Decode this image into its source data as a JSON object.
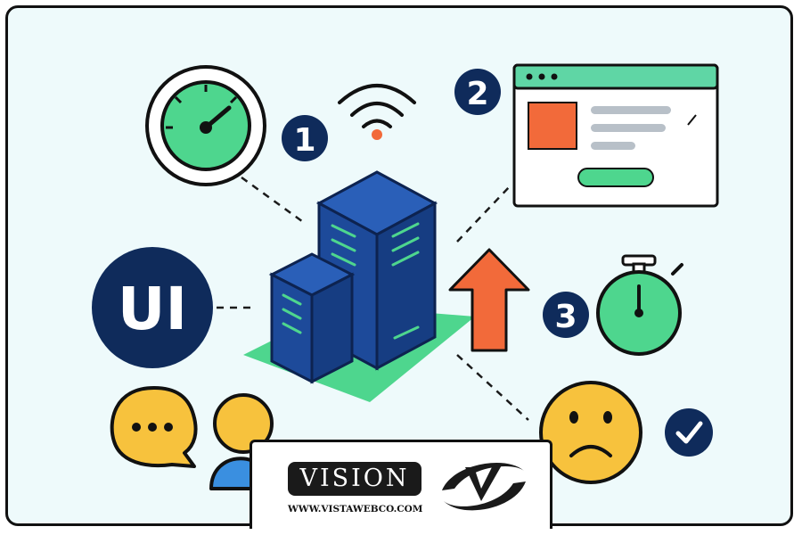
{
  "badges": {
    "one": "1",
    "two": "2",
    "three": "3",
    "ui": "UI"
  },
  "logo": {
    "wordmark": "VISION",
    "url": "WWW.VISTAWEBCO.COM"
  },
  "colors": {
    "navy": "#0f2b5b",
    "server": "#1d4a9a",
    "server_top": "#2a5fb8",
    "green": "#4ed68e",
    "orange": "#f26a3a",
    "yellow": "#f7c23d",
    "background": "#eefafb"
  },
  "icons": [
    "speedometer-icon",
    "wifi-icon",
    "browser-window-icon",
    "server-icon",
    "up-arrow-icon",
    "stopwatch-icon",
    "chat-bubble-icon",
    "user-icon",
    "sad-face-icon",
    "checkmark-icon"
  ]
}
